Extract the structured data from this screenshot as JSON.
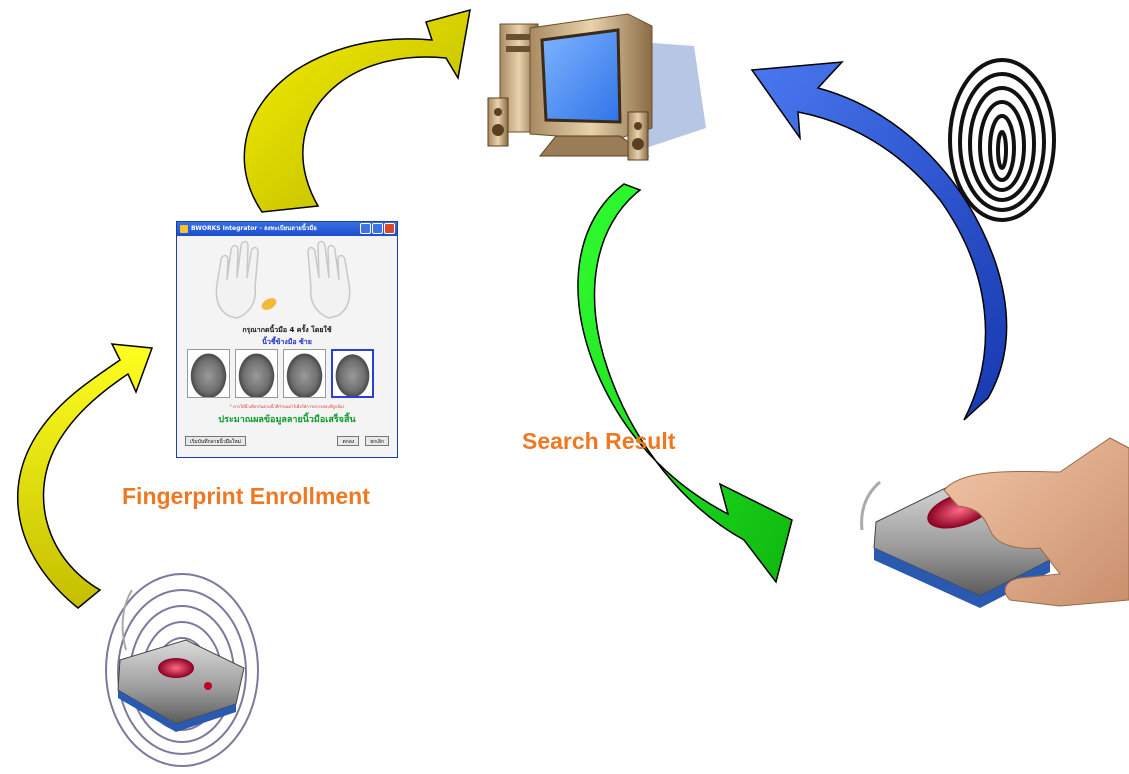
{
  "labels": {
    "fingerprint_enrollment": "Fingerprint Enrollment",
    "search_result": "Search Result"
  },
  "colors": {
    "label_orange": "#f07823",
    "arrow_yellow": "#f5f000",
    "arrow_olive": "#c9c400",
    "arrow_green": "#20e020",
    "arrow_blue": "#2f5ad8"
  },
  "enrollment_window": {
    "title": "BWORKS Integrator - ลงทะเบียนลายนิ้วมือ",
    "instruction": "กรุณากดนิ้วมือ 4 ครั้ง โดยใช้",
    "finger_label": "นิ้วชี้ข้างมือ ซ้าย",
    "warning": "* ควรให้นิ้วเดียวกันตามนิ้วที่กำหนดไว้เพื่อให้การตรวจสอบที่ถูกต้อง",
    "success": "ประมาณผลข้อมูลลายนิ้วมือเสร็จสิ้น",
    "btn_reenroll": "เริ่มบันทึกลายนิ้วมือใหม่",
    "btn_ok": "ตกลง",
    "btn_cancel": "ยกเลิก"
  },
  "icons": [
    "computer-icon",
    "fingerprint-icon",
    "fingerprint-scanner-icon",
    "hands-icon"
  ]
}
